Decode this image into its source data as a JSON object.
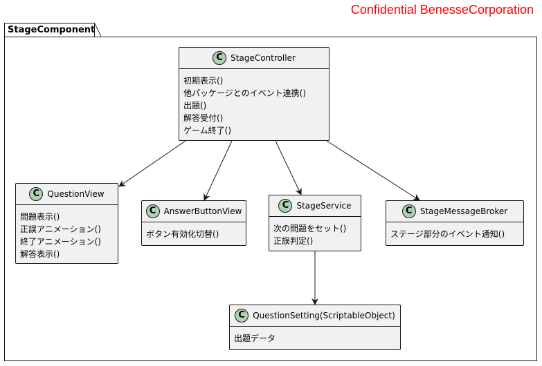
{
  "header": {
    "text": "Confidential BenesseCorporation",
    "color": "#ff0000"
  },
  "package": {
    "name": "StageComponent"
  },
  "classes": {
    "stage_controller": {
      "badge": "C",
      "name": "StageController",
      "methods": [
        "初期表示()",
        "他パッケージとのイベント連携()",
        "出題()",
        "解答受付()",
        "ゲーム終了()"
      ]
    },
    "question_view": {
      "badge": "C",
      "name": "QuestionView",
      "methods": [
        "問題表示()",
        "正誤アニメーション()",
        "終了アニメーション()",
        "解答表示()"
      ]
    },
    "answer_button_view": {
      "badge": "C",
      "name": "AnswerButtonView",
      "methods": [
        "ボタン有効化切替()"
      ]
    },
    "stage_service": {
      "badge": "C",
      "name": "StageService",
      "methods": [
        "次の問題をセット()",
        "正誤判定()"
      ]
    },
    "stage_message_broker": {
      "badge": "C",
      "name": "StageMessageBroker",
      "methods": [
        "ステージ部分のイベント通知()"
      ]
    },
    "question_setting": {
      "badge": "C",
      "name": "QuestionSetting(ScriptableObject)",
      "methods": [
        "出題データ"
      ]
    }
  },
  "colors": {
    "class_fill": "#f1f1f1",
    "badge_fill": "#add1b2",
    "line": "#181818"
  }
}
